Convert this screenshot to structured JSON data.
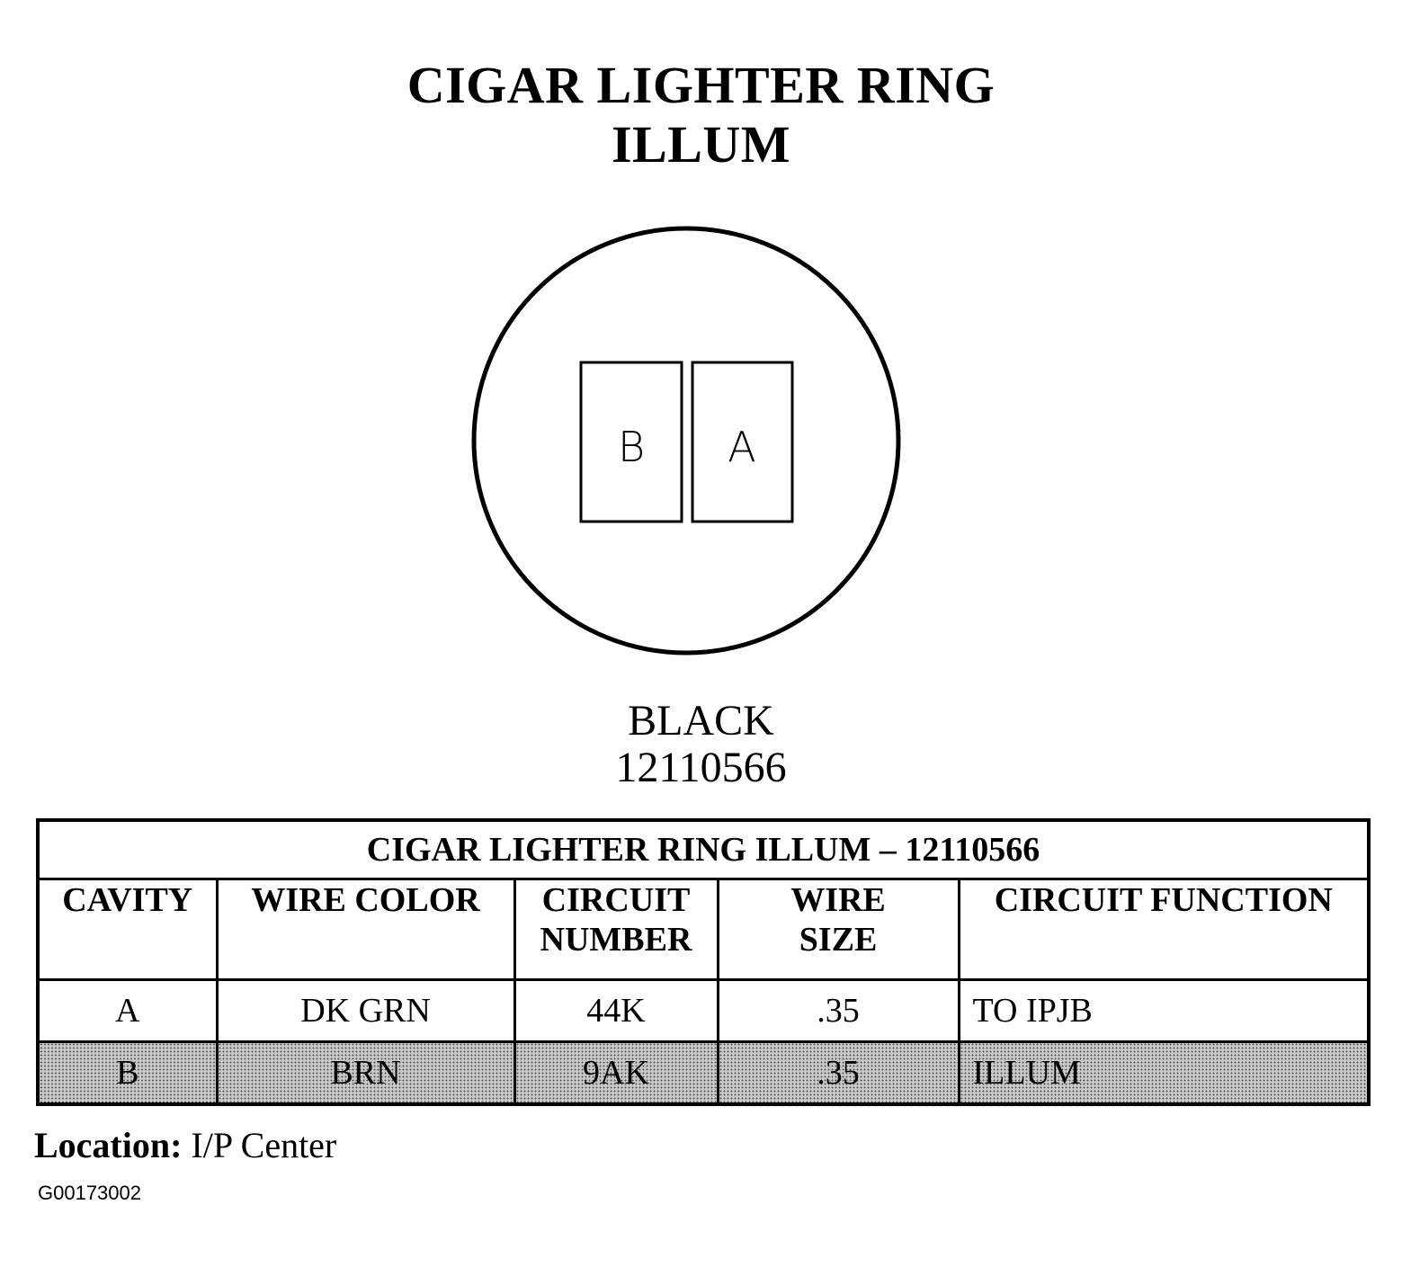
{
  "title": {
    "line1": "CIGAR LIGHTER RING",
    "line2": "ILLUM"
  },
  "connector": {
    "cavity_left": "B",
    "cavity_right": "A",
    "color": "BLACK",
    "part_number": "12110566"
  },
  "table": {
    "title": "CIGAR LIGHTER RING ILLUM – 12110566",
    "headers": {
      "cavity": "CAVITY",
      "wire_color": "WIRE COLOR",
      "circuit_number_1": "CIRCUIT",
      "circuit_number_2": "NUMBER",
      "wire_size_1": "WIRE",
      "wire_size_2": "SIZE",
      "circuit_function": "CIRCUIT FUNCTION"
    },
    "rows": [
      {
        "cavity": "A",
        "wire_color": "DK GRN",
        "circuit_number": "44K",
        "wire_size": ".35",
        "circuit_function": "TO IPJB"
      },
      {
        "cavity": "B",
        "wire_color": "BRN",
        "circuit_number": "9AK",
        "wire_size": ".35",
        "circuit_function": "ILLUM"
      }
    ]
  },
  "location": {
    "label": "Location:",
    "value": "I/P Center"
  },
  "figure_id": "G00173002"
}
